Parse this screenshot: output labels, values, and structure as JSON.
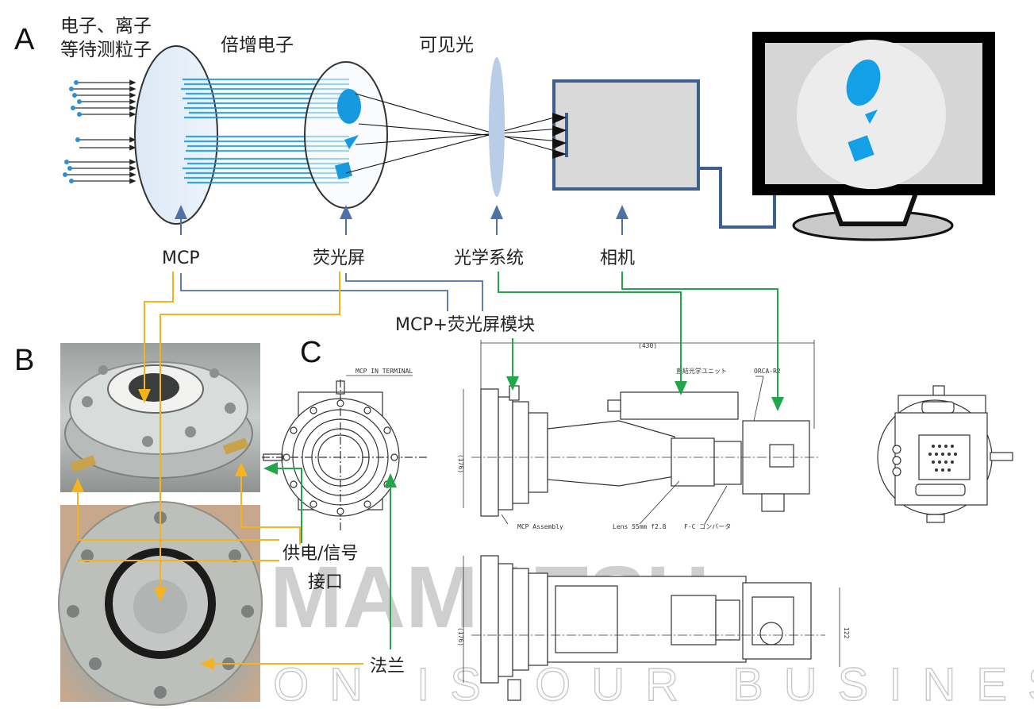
{
  "panels": {
    "a": "A",
    "b": "B",
    "c": "C"
  },
  "top_labels": {
    "particles_line1": "电子、离子",
    "particles_line2": "等待测粒子",
    "multiplied_electrons": "倍增电子",
    "visible_light": "可见光"
  },
  "components": {
    "mcp": "MCP",
    "phosphor_screen": "荧光屏",
    "optical_system": "光学系统",
    "camera": "相机",
    "module": "MCP+荧光屏模块",
    "power_signal_line1": "供电/信号",
    "power_signal_line2": "接口",
    "flange": "法兰"
  },
  "drawing_labels": {
    "dimension": "(430)",
    "mcp_in_terminal": "MCP IN TERMINAL",
    "optics_unit": "直結光学ユニット",
    "camera_model": "ORCA-R2",
    "mcp_assembly": "MCP Assembly",
    "lens": "Lens 55mm f2.8",
    "fc_converter": "F-C コンバータ",
    "height_1": "(176)",
    "height_2": "(176)",
    "dim_122": "122"
  },
  "watermark": {
    "brand": "MAMATSU",
    "slogan": "PHOTON IS OUR BUSINESS"
  },
  "colors": {
    "orange": "#F5B41E",
    "blue_line": "#4E71A8",
    "green": "#1FA74A",
    "cyan": "#12A0E6",
    "screen_gray": "#D9D9D9"
  }
}
